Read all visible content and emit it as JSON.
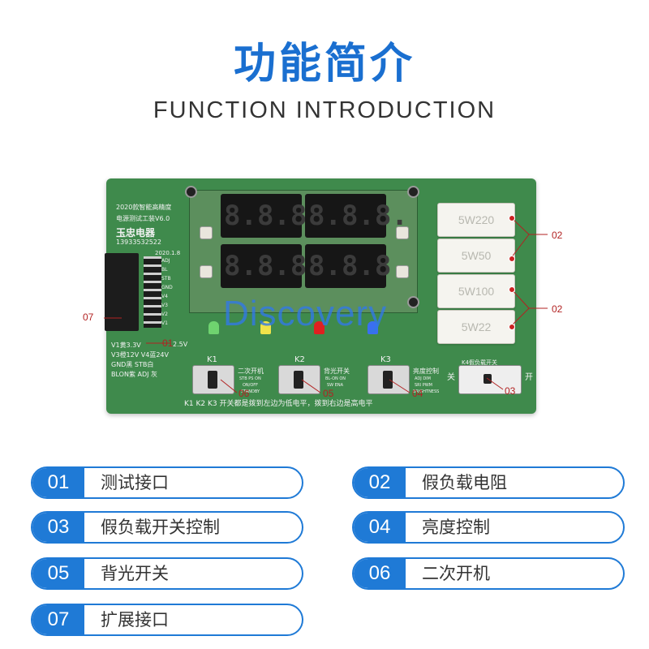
{
  "header": {
    "title_cn": "功能简介",
    "title_en": "FUNCTION INTRODUCTION"
  },
  "board": {
    "label_line1": "2020款智能高精度",
    "label_line2": "电源测试工装V6.0",
    "brand": "玉忠电器",
    "phone": "13933532522",
    "date": "2020.1.8",
    "volt_line1": "V1黄3.3V",
    "volt_line2": "V3橙12V  V4蓝24V",
    "volt_line3": "GND黑   STB白",
    "volt_line4": "BLON紫  ADJ 灰",
    "volt_extra": "2.5V",
    "k1": "K1",
    "k2": "K2",
    "k3": "K3",
    "k1_title": "二次开机",
    "k2_title": "背光开关",
    "k3_title": "亮度控制",
    "k4_title": "K4假负载开关",
    "k4_off": "关",
    "k4_on": "开",
    "bottom_text": "K1  K2  K3  开关都是拨到左边为低电平，拨到右边是高电平",
    "k1_sub1": "STB PS ON",
    "k1_sub2": "ON/OFF",
    "k1_sub3": "STANDBY",
    "k2_sub1": "BL-ON  ON",
    "k2_sub2": "SW ENA",
    "k3_sub1": "ADJ  DIM",
    "k3_sub2": "SRI  PWM",
    "k3_sub3": "BRIGHTNESS",
    "resistor_1": "5W220",
    "resistor_2": "5W50",
    "resistor_3": "5W100",
    "resistor_4": "5W22",
    "display_digits": "8.8.8.",
    "watermark": "Discovery",
    "pin_labels": [
      "ADJ",
      "BL",
      "STB",
      "GND",
      "V4",
      "V3",
      "V2",
      "V1"
    ]
  },
  "callouts": {
    "c01": "01",
    "c02a": "02",
    "c02b": "02",
    "c03": "03",
    "c04": "04",
    "c05": "05",
    "c06": "06",
    "c07": "07"
  },
  "features": [
    {
      "num": "01",
      "label": "测试接口"
    },
    {
      "num": "02",
      "label": "假负载电阻"
    },
    {
      "num": "03",
      "label": "假负载开关控制"
    },
    {
      "num": "04",
      "label": "亮度控制"
    },
    {
      "num": "05",
      "label": "背光开关"
    },
    {
      "num": "06",
      "label": "二次开机"
    },
    {
      "num": "07",
      "label": "扩展接口"
    }
  ],
  "colors": {
    "accent": "#1f7ad6",
    "board": "#3f8a4c",
    "callout": "#b22222"
  }
}
